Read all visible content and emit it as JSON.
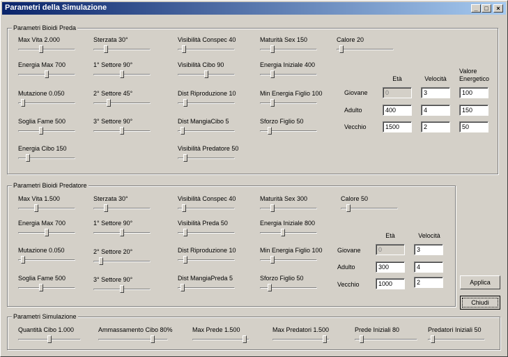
{
  "window": {
    "title": "Parametri della Simulazione"
  },
  "preda": {
    "title": "Parametri Bioidi Preda",
    "sliders": [
      {
        "label": "Max Vita 2.000",
        "value": 0.4
      },
      {
        "label": "Sterzata 30°",
        "value": 0.2
      },
      {
        "label": "Visibilità Conspec 40",
        "value": 0.08
      },
      {
        "label": "Maturità Sex 150",
        "value": 0.2
      },
      {
        "label": "Calore 20",
        "value": 0.05
      },
      {
        "label": "Energia Max 700",
        "value": 0.5
      },
      {
        "label": "1° Settore 90°",
        "value": 0.5
      },
      {
        "label": "Visibilità Cibo 90",
        "value": 0.5
      },
      {
        "label": "Energia Iniziale 400",
        "value": 0.2
      },
      {
        "label": "Mutazione 0.050",
        "value": 0.05
      },
      {
        "label": "2° Settore 45°",
        "value": 0.25
      },
      {
        "label": "Dist Riproduzione 10",
        "value": 0.1
      },
      {
        "label": "Min Energia Figlio 100",
        "value": 0.2
      },
      {
        "label": "Soglia Fame 500",
        "value": 0.4
      },
      {
        "label": "3° Settore 90°",
        "value": 0.5
      },
      {
        "label": "Dist MangiaCibo 5",
        "value": 0.05
      },
      {
        "label": "Sforzo Figlio 50",
        "value": 0.15
      },
      {
        "label": "Energia Cibo 150",
        "value": 0.15
      },
      {
        "label": "Visibilità Predatore 50",
        "value": 0.1
      }
    ],
    "table": {
      "headers": [
        "Età",
        "Velocità",
        "Valore Energetico"
      ],
      "rows": [
        {
          "label": "Giovane",
          "values": [
            "0",
            "3",
            "100"
          ]
        },
        {
          "label": "Adulto",
          "values": [
            "400",
            "4",
            "150"
          ]
        },
        {
          "label": "Vecchio",
          "values": [
            "1500",
            "2",
            "50"
          ]
        }
      ]
    }
  },
  "predatore": {
    "title": "Parametri Bioidi Predatore",
    "sliders": [
      {
        "label": "Max Vita 1.500",
        "value": 0.3
      },
      {
        "label": "Sterzata 30°",
        "value": 0.2
      },
      {
        "label": "Visibilità Conspec 40",
        "value": 0.08
      },
      {
        "label": "Maturità Sex 300",
        "value": 0.2
      },
      {
        "label": "Calore 50",
        "value": 0.1
      },
      {
        "label": "Energia Max 700",
        "value": 0.5
      },
      {
        "label": "1° Settore 90°",
        "value": 0.5
      },
      {
        "label": "Visibilità Preda 50",
        "value": 0.1
      },
      {
        "label": "Energia Iniziale 800",
        "value": 0.4
      },
      {
        "label": "Mutazione 0.050",
        "value": 0.05
      },
      {
        "label": "2° Settore 20°",
        "value": 0.1
      },
      {
        "label": "Dist Riproduzione 10",
        "value": 0.1
      },
      {
        "label": "Min Energia Figlio 100",
        "value": 0.2
      },
      {
        "label": "Soglia Fame 500",
        "value": 0.4
      },
      {
        "label": "3° Settore 90°",
        "value": 0.5
      },
      {
        "label": "Dist MangiaPreda 5",
        "value": 0.05
      },
      {
        "label": "Sforzo Figlio 50",
        "value": 0.15
      }
    ],
    "table": {
      "headers": [
        "Età",
        "Velocità"
      ],
      "rows": [
        {
          "label": "Giovane",
          "values": [
            "0",
            "3"
          ]
        },
        {
          "label": "Adulto",
          "values": [
            "300",
            "4"
          ]
        },
        {
          "label": "Vecchio",
          "values": [
            "1000",
            "2"
          ]
        }
      ]
    }
  },
  "simulazione": {
    "title": "Parametri Simulazione",
    "sliders": [
      {
        "label": "Quantità Cibo 1.000",
        "value": 0.5
      },
      {
        "label": "Ammassamento Cibo 80%",
        "value": 0.8
      },
      {
        "label": "Max Prede 1.500",
        "value": 0.95
      },
      {
        "label": "Max Predatori 1.500",
        "value": 0.95
      },
      {
        "label": "Prede Iniziali 80",
        "value": 0.08
      },
      {
        "label": "Predatori Iniziali 50",
        "value": 0.05
      }
    ]
  },
  "buttons": {
    "apply": "Applica",
    "close": "Chiudi"
  },
  "controls": {
    "minimize": "_",
    "maximize": "□",
    "close": "×"
  }
}
